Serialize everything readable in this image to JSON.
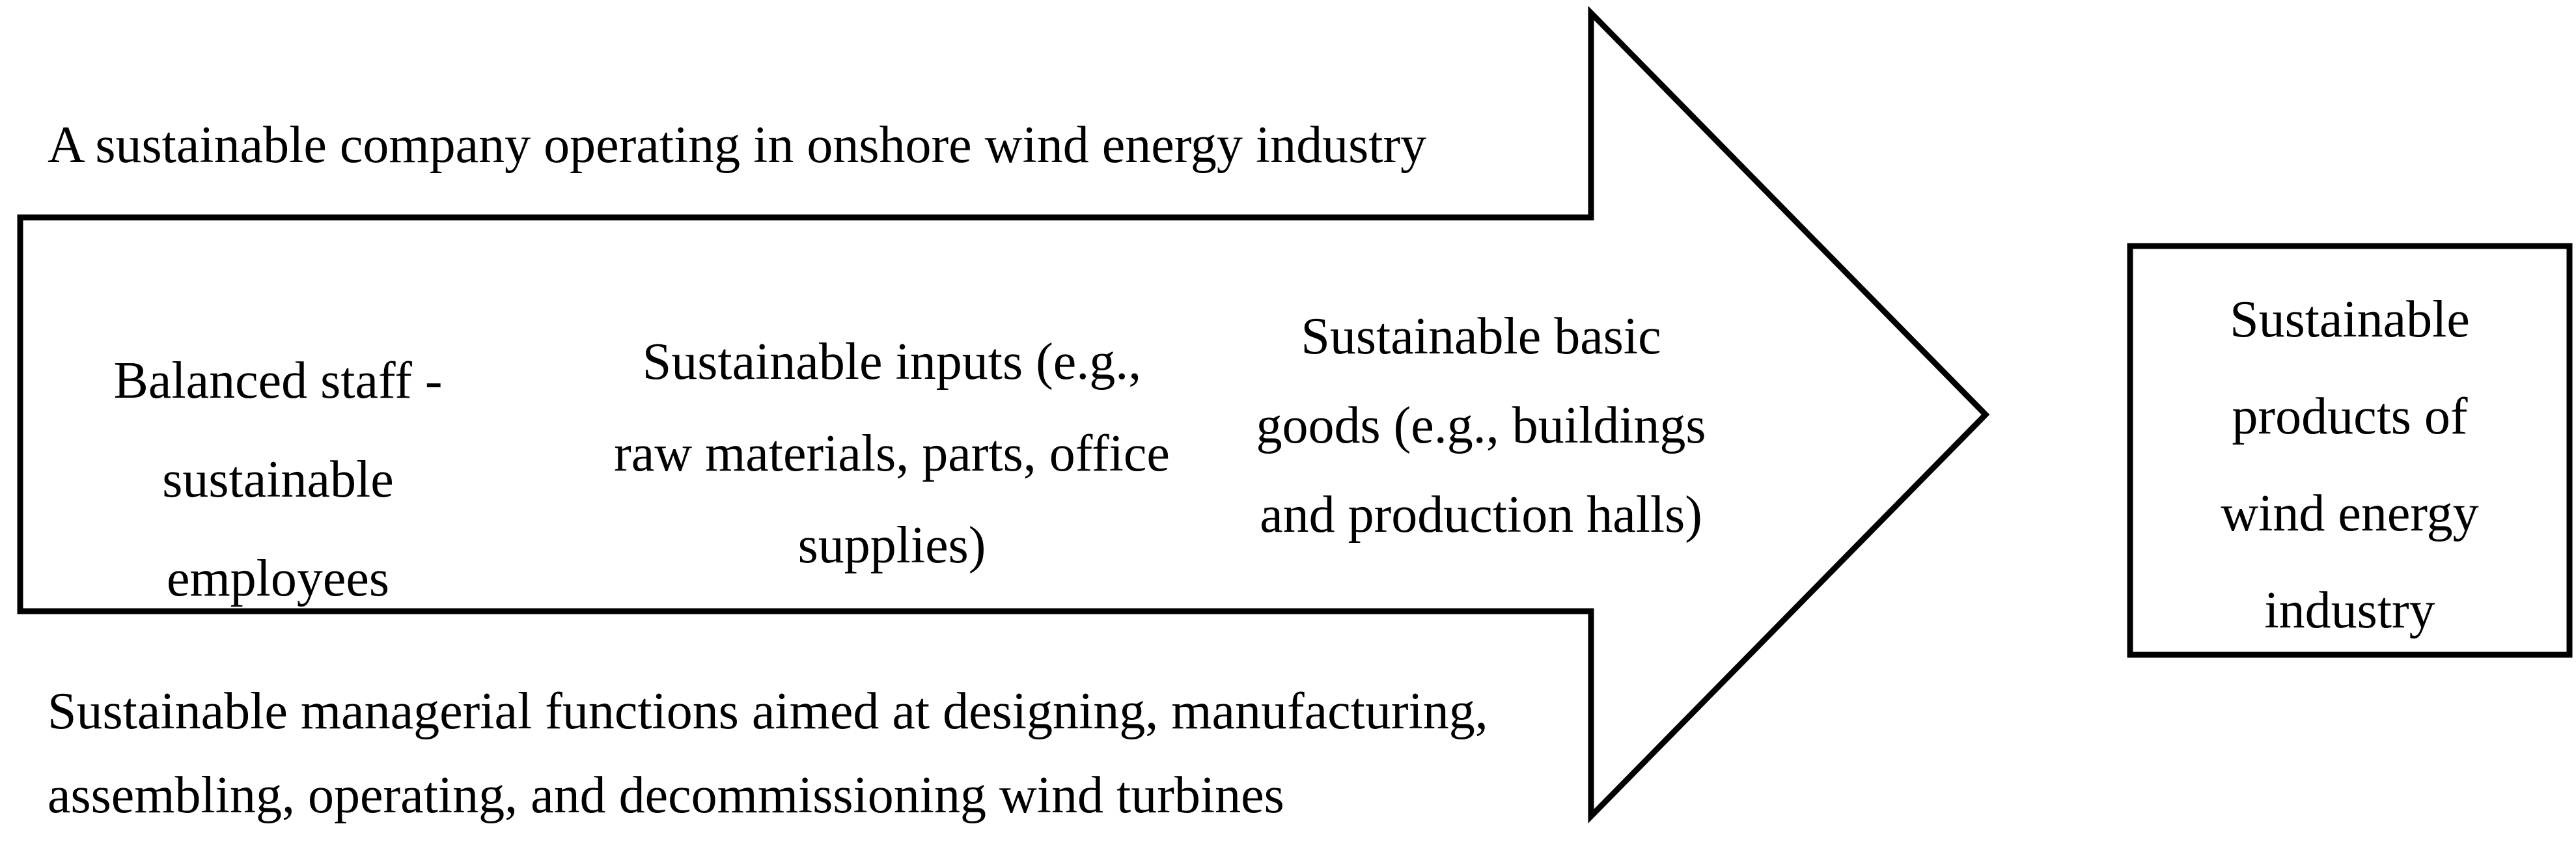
{
  "labels": {
    "top": "A sustainable company operating in onshore wind energy industry",
    "bottom_lines": [
      "Sustainable managerial functions aimed at designing, manufacturing,",
      "assembling, operating, and decommissioning wind turbines"
    ]
  },
  "arrow": {
    "columns": [
      {
        "name": "balanced-staff",
        "lines": [
          "Balanced staff -",
          "sustainable",
          "employees"
        ]
      },
      {
        "name": "sustainable-inputs",
        "lines": [
          "Sustainable inputs (e.g.,",
          "raw materials, parts, office",
          "supplies)"
        ]
      },
      {
        "name": "sustainable-basic-goods",
        "lines": [
          "Sustainable basic",
          "goods (e.g., buildings",
          "and production halls)"
        ]
      }
    ]
  },
  "output_box": {
    "lines": [
      "Sustainable",
      "products of",
      "wind energy",
      "industry"
    ]
  },
  "colors": {
    "ink": "#000000",
    "background": "#ffffff"
  }
}
